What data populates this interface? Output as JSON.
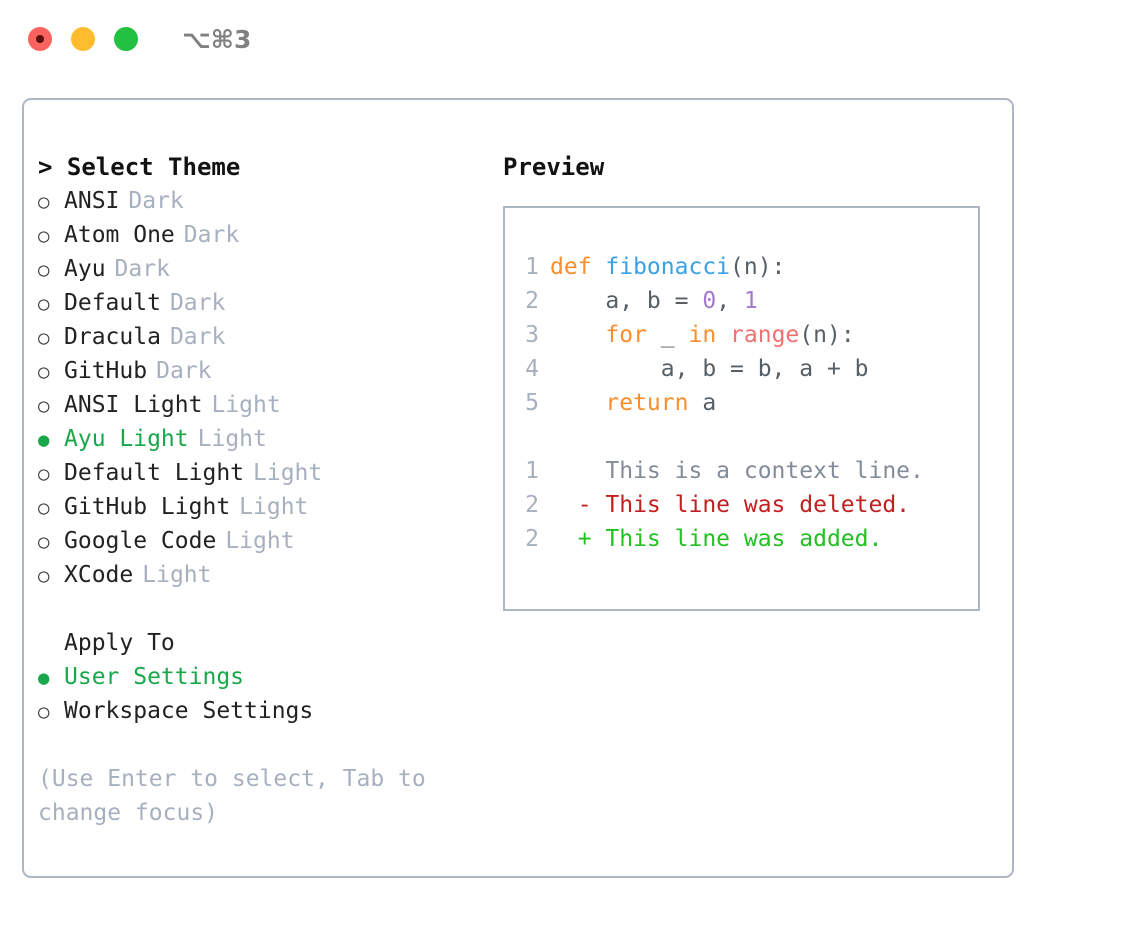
{
  "titlebar": {
    "shortcut": "⌥⌘3",
    "dots": [
      {
        "name": "close",
        "color": "#fa625d"
      },
      {
        "name": "minimize",
        "color": "#febc2e"
      },
      {
        "name": "maximize",
        "color": "#22c13f"
      }
    ]
  },
  "theme_list": {
    "heading": "> Select Theme",
    "marker_unselected": "○",
    "marker_selected": "●",
    "items": [
      {
        "name": "ANSI",
        "category": "Dark",
        "selected": false
      },
      {
        "name": "Atom One",
        "category": "Dark",
        "selected": false
      },
      {
        "name": "Ayu",
        "category": "Dark",
        "selected": false
      },
      {
        "name": "Default",
        "category": "Dark",
        "selected": false
      },
      {
        "name": "Dracula",
        "category": "Dark",
        "selected": false
      },
      {
        "name": "GitHub",
        "category": "Dark",
        "selected": false
      },
      {
        "name": "ANSI Light",
        "category": "Light",
        "selected": false
      },
      {
        "name": "Ayu Light",
        "category": "Light",
        "selected": true
      },
      {
        "name": "Default Light",
        "category": "Light",
        "selected": false
      },
      {
        "name": "GitHub Light",
        "category": "Light",
        "selected": false
      },
      {
        "name": "Google Code",
        "category": "Light",
        "selected": false
      },
      {
        "name": "XCode",
        "category": "Light",
        "selected": false
      }
    ]
  },
  "apply_to": {
    "heading": "Apply To",
    "items": [
      {
        "label": "User Settings",
        "selected": true
      },
      {
        "label": "Workspace Settings",
        "selected": false
      }
    ]
  },
  "hint": "(Use Enter to select, Tab to change focus)",
  "preview": {
    "title": "Preview",
    "code_lines": [
      {
        "number": "1",
        "tokens": [
          {
            "text": "def ",
            "type": "kw"
          },
          {
            "text": "fibonacci",
            "type": "fn"
          },
          {
            "text": "(n):",
            "type": "punct"
          }
        ]
      },
      {
        "number": "2",
        "tokens": [
          {
            "text": "    a, b = ",
            "type": "plain"
          },
          {
            "text": "0",
            "type": "num"
          },
          {
            "text": ", ",
            "type": "plain"
          },
          {
            "text": "1",
            "type": "num"
          }
        ]
      },
      {
        "number": "3",
        "tokens": [
          {
            "text": "    ",
            "type": "plain"
          },
          {
            "text": "for",
            "type": "kw"
          },
          {
            "text": " _ ",
            "type": "plain"
          },
          {
            "text": "in",
            "type": "kw"
          },
          {
            "text": " ",
            "type": "plain"
          },
          {
            "text": "range",
            "type": "builtin"
          },
          {
            "text": "(n):",
            "type": "punct"
          }
        ]
      },
      {
        "number": "4",
        "tokens": [
          {
            "text": "        a, b = b, a + b",
            "type": "plain"
          }
        ]
      },
      {
        "number": "5",
        "tokens": [
          {
            "text": "    ",
            "type": "plain"
          },
          {
            "text": "return",
            "type": "kw"
          },
          {
            "text": " a",
            "type": "plain"
          }
        ]
      },
      {
        "number": "",
        "tokens": []
      }
    ],
    "diff_lines": [
      {
        "number": "1",
        "sign": "  ",
        "text": "This is a context line.",
        "type": "ctx"
      },
      {
        "number": "2",
        "sign": "- ",
        "text": "This line was deleted.",
        "type": "del"
      },
      {
        "number": "2",
        "sign": "+ ",
        "text": "This line was added.",
        "type": "add"
      }
    ]
  },
  "colors": {
    "accent_green": "#18a84a",
    "muted": "#a7b0bf",
    "border": "#aeb6c2",
    "keyword": "#fa8d2e",
    "function": "#3aa0e8",
    "number": "#a37acc",
    "builtin": "#f07171",
    "diff_add": "#22c022",
    "diff_del": "#c02020"
  }
}
